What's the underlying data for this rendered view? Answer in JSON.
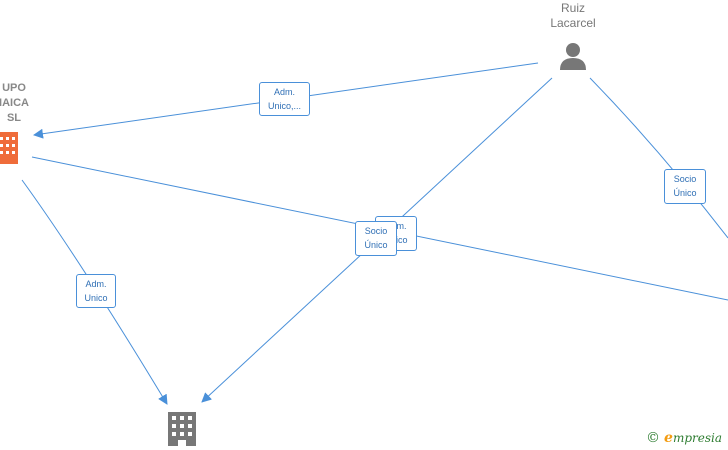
{
  "nodes": {
    "ruiz": {
      "label": "Ruiz\nLacarcel",
      "type": "person-icon"
    },
    "grupo": {
      "label": "UPO\nIAICA\nSL",
      "type": "building-icon",
      "color": "#ef6c3a"
    },
    "company_bottom": {
      "type": "building-icon",
      "color": "#777777"
    }
  },
  "edges": [
    {
      "label": "Adm.\nUnico,...",
      "from": "ruiz",
      "to": "grupo"
    },
    {
      "label": "Adm.\nUnico",
      "from": "grupo",
      "to": "company_bottom"
    },
    {
      "label": "Socio\nÚnico",
      "from": "ruiz",
      "to": "company_bottom"
    },
    {
      "label": "Adm.\nUnico",
      "from": "grupo",
      "to": "offscreen"
    },
    {
      "label": "Socio\nÚnico",
      "from": "ruiz",
      "to": "offscreen"
    }
  ],
  "colors": {
    "edge": "#4a90d9",
    "person": "#777777"
  },
  "brand": {
    "symbol": "©",
    "name": "mpresia",
    "initial": "e"
  }
}
